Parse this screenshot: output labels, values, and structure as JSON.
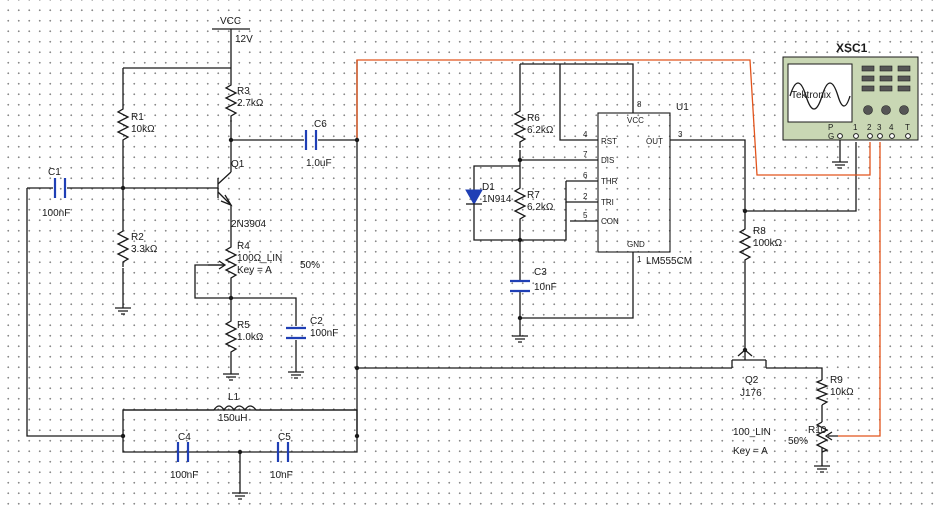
{
  "power": {
    "name": "VCC",
    "voltage": "12V"
  },
  "resistors": {
    "r1": {
      "ref": "R1",
      "value": "10kΩ"
    },
    "r2": {
      "ref": "R2",
      "value": "3.3kΩ"
    },
    "r3": {
      "ref": "R3",
      "value": "2.7kΩ"
    },
    "r5": {
      "ref": "R5",
      "value": "1.0kΩ"
    },
    "r6": {
      "ref": "R6",
      "value": "6.2kΩ"
    },
    "r7": {
      "ref": "R7",
      "value": "6.2kΩ"
    },
    "r8": {
      "ref": "R8",
      "value": "100kΩ"
    },
    "r9": {
      "ref": "R9",
      "value": "10kΩ"
    }
  },
  "potentiometers": {
    "r4": {
      "ref": "R4",
      "value": "100Ω_LIN",
      "key": "Key = A",
      "percent": "50%"
    },
    "r10": {
      "ref": "R10",
      "value": "100_LIN",
      "key": "Key = A",
      "percent": "50%"
    }
  },
  "capacitors": {
    "c1": {
      "ref": "C1",
      "value": "100nF"
    },
    "c2": {
      "ref": "C2",
      "value": "100nF"
    },
    "c3": {
      "ref": "C3",
      "value": "10nF"
    },
    "c4": {
      "ref": "C4",
      "value": "100nF"
    },
    "c5": {
      "ref": "C5",
      "value": "10nF"
    },
    "c6": {
      "ref": "C6",
      "value": "1.0uF"
    }
  },
  "inductor": {
    "ref": "L1",
    "value": "150uH"
  },
  "transistors": {
    "q1": {
      "ref": "Q1",
      "value": "2N3904"
    },
    "q2": {
      "ref": "Q2",
      "value": "J176"
    }
  },
  "diode": {
    "ref": "D1",
    "value": "1N914"
  },
  "ic": {
    "ref": "U1",
    "part": "LM555CM",
    "pins": {
      "vcc": "VCC",
      "rst": "RST",
      "dis": "DIS",
      "thr": "THR",
      "tri": "TRI",
      "con": "CON",
      "out": "OUT",
      "gnd": "GND"
    },
    "pin_numbers": {
      "p8": "8",
      "p4": "4",
      "p7": "7",
      "p6": "6",
      "p2": "2",
      "p5": "5",
      "p3": "3",
      "p1": "1"
    }
  },
  "scope": {
    "ref": "XSC1",
    "brand": "Tektronix",
    "terminals": {
      "p": "P",
      "g": "G",
      "t1": "1",
      "t2": "2",
      "t3": "3",
      "t4": "4",
      "t": "T"
    }
  },
  "colors": {
    "wire": "#1a1a1a",
    "probe_wire": "#e2541c",
    "capacitor": "#1f3fb5",
    "scope_body": "#c9d7b4"
  }
}
